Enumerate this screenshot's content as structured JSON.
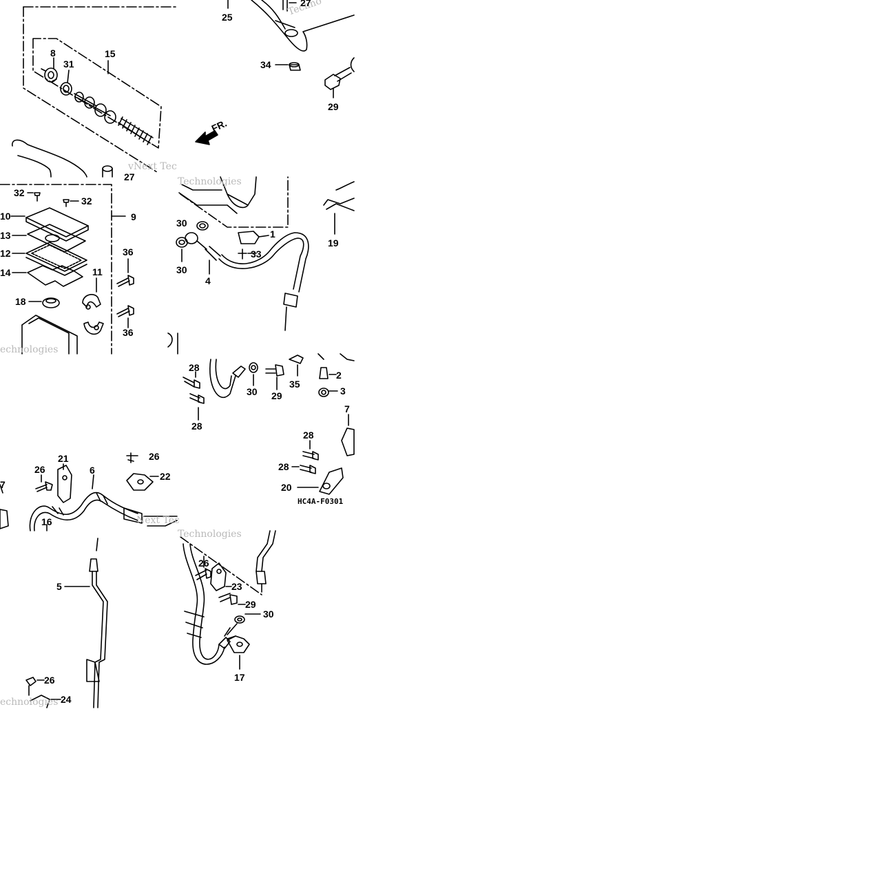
{
  "diagram": {
    "code": "HC4A-F0301",
    "direction": "FR.",
    "watermark_lines": [
      "vNext Tec",
      "Technologies",
      "Next Tec",
      "echnologies",
      "Techno"
    ],
    "callouts": {
      "c1": "1",
      "c2": "2",
      "c3": "3",
      "c4": "4",
      "c5": "5",
      "c6": "6",
      "c7": "7",
      "c7b": "7",
      "c8": "8",
      "c9": "9",
      "c10": "10",
      "c11": "11",
      "c12": "12",
      "c13": "13",
      "c14": "14",
      "c15": "15",
      "c16": "16",
      "c17": "17",
      "c18": "18",
      "c19": "19",
      "c20": "20",
      "c21": "21",
      "c22": "22",
      "c23": "23",
      "c24": "24",
      "c25": "25",
      "c26a": "26",
      "c26b": "26",
      "c26c": "26",
      "c26d": "26",
      "c27a": "27",
      "c27b": "27",
      "c28a": "28",
      "c28b": "28",
      "c28c": "28",
      "c28d": "28",
      "c29a": "29",
      "c29b": "29",
      "c29c": "29",
      "c30a": "30",
      "c30b": "30",
      "c30c": "30",
      "c30d": "30",
      "c31": "31",
      "c32a": "32",
      "c32b": "32",
      "c33": "33",
      "c34": "34",
      "c35": "35",
      "c36a": "36",
      "c36b": "36"
    }
  }
}
